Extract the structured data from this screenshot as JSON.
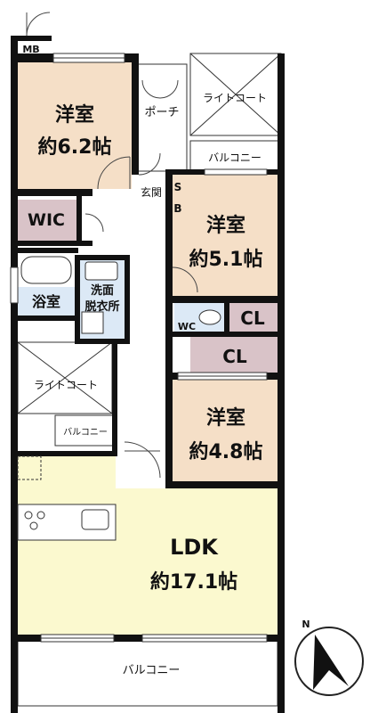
{
  "colors": {
    "room": "#f5dfc7",
    "ldk": "#fbf9cf",
    "wet": "#dce9f6",
    "closet": "#d9c3c8",
    "wall": "#111111",
    "outside": "#ffffff"
  },
  "rooms": {
    "mb": "MB",
    "western1_name": "洋室",
    "western1_size": "約6.2帖",
    "porch": "ポーチ",
    "lightcourt_top": "ライトコート",
    "balcony_top": "バルコニー",
    "wic": "WIC",
    "entrance": "玄関",
    "sb_s": "S",
    "sb_b": "B",
    "western2_name": "洋室",
    "western2_size": "約5.1帖",
    "bath": "浴室",
    "washroom_1": "洗面",
    "washroom_2": "脱衣所",
    "wc": "WC",
    "cl1": "CL",
    "cl2": "CL",
    "lightcourt_mid": "ライトコート",
    "balcony_mid": "バルコニー",
    "western3_name": "洋室",
    "western3_size": "約4.8帖",
    "ldk_name": "LDK",
    "ldk_size": "約17.1帖",
    "balcony_bottom": "バルコニー"
  },
  "compass": {
    "north_label": "N"
  }
}
